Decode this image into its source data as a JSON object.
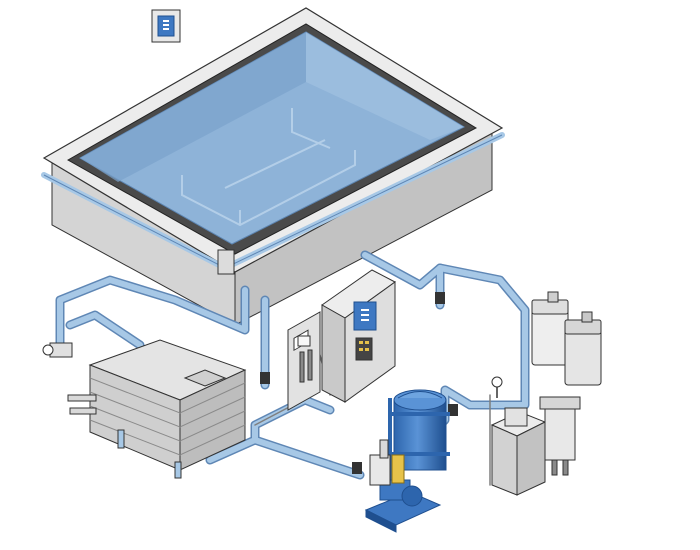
{
  "diagram": {
    "components": [
      {
        "id": "pool",
        "kind": "swimming-pool-basin"
      },
      {
        "id": "wall-controller",
        "kind": "wall-mounted-control-panel"
      },
      {
        "id": "balance-tank",
        "kind": "overflow-balance-tank"
      },
      {
        "id": "control-cabinet",
        "kind": "electrical-control-cabinet"
      },
      {
        "id": "dosing-panel",
        "kind": "measurement-dosing-panel"
      },
      {
        "id": "sand-filter",
        "kind": "sand-filter-vessel"
      },
      {
        "id": "circulation-pump",
        "kind": "circulation-pump"
      },
      {
        "id": "chemical-canisters",
        "kind": "chemical-dosing-canisters"
      },
      {
        "id": "heat-exchanger",
        "kind": "heat-exchanger-unit"
      },
      {
        "id": "electrolysis-cell",
        "kind": "chlorine-electrolysis-cell"
      }
    ],
    "colors": {
      "water": "#8eb3d8",
      "water_edge": "#5d86b3",
      "pipe": "#a7c8e6",
      "pipe_edge": "#5f87b5",
      "frame": "#e8e8e8",
      "frame_dark": "#4a4a4a",
      "steel": "#d9d9d9",
      "steel_dark": "#8a8a8a",
      "filter_blue": "#3e78c2",
      "filter_dark": "#1f4f8f",
      "accent_yellow": "#e6c24a",
      "outline": "#333333"
    },
    "icons": [
      "control-logo-icon",
      "gauge-icon",
      "valve-icon"
    ]
  }
}
